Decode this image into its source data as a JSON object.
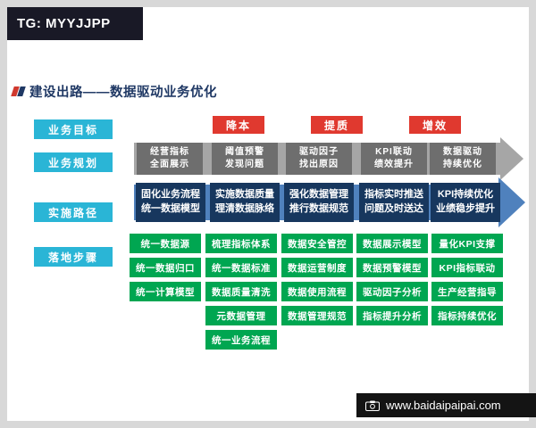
{
  "badge": {
    "text": "TG: MYYJJPP"
  },
  "title": "建设出路——数据驱动业务优化",
  "row_labels": [
    "业务目标",
    "业务规划",
    "实施路径",
    "落地步骤"
  ],
  "goals": [
    "降本",
    "提质",
    "增效"
  ],
  "planning": [
    {
      "line1": "经营指标",
      "line2": "全面展示"
    },
    {
      "line1": "阈值预警",
      "line2": "发现问题"
    },
    {
      "line1": "驱动因子",
      "line2": "找出原因"
    },
    {
      "line1": "KPI联动",
      "line2": "绩效提升"
    },
    {
      "line1": "数据驱动",
      "line2": "持续优化"
    }
  ],
  "path": [
    {
      "line1": "固化业务流程",
      "line2": "统一数据模型"
    },
    {
      "line1": "实施数据质量",
      "line2": "理清数据脉络"
    },
    {
      "line1": "强化数据管理",
      "line2": "推行数据规范"
    },
    {
      "line1": "指标实时推送",
      "line2": "问题及时送达"
    },
    {
      "line1": "KPI持续优化",
      "line2": "业绩稳步提升"
    }
  ],
  "steps": [
    [
      "统一数据源",
      "统一数据归口",
      "统一计算模型"
    ],
    [
      "梳理指标体系",
      "统一数据标准",
      "数据质量清洗",
      "元数据管理",
      "统一业务流程"
    ],
    [
      "数据安全管控",
      "数据运营制度",
      "数据使用流程",
      "数据管理规范"
    ],
    [
      "数据展示模型",
      "数据预警模型",
      "驱动因子分析",
      "指标提升分析"
    ],
    [
      "量化KPI支撑",
      "KPI指标联动",
      "生产经营指导",
      "指标持续优化"
    ]
  ],
  "footer": {
    "url": "www.baidaipaipai.com"
  },
  "colors": {
    "cyan": "#2ab5d6",
    "red": "#e0392f",
    "gray_arrow": "#a6a6a6",
    "gray_box": "#6e6e6e",
    "blue_arrow": "#4f81bd",
    "navy_box": "#17375e",
    "green": "#00a651",
    "title_navy": "#1f3864",
    "badge_bg": "#191926",
    "footer_bg": "#141414"
  }
}
